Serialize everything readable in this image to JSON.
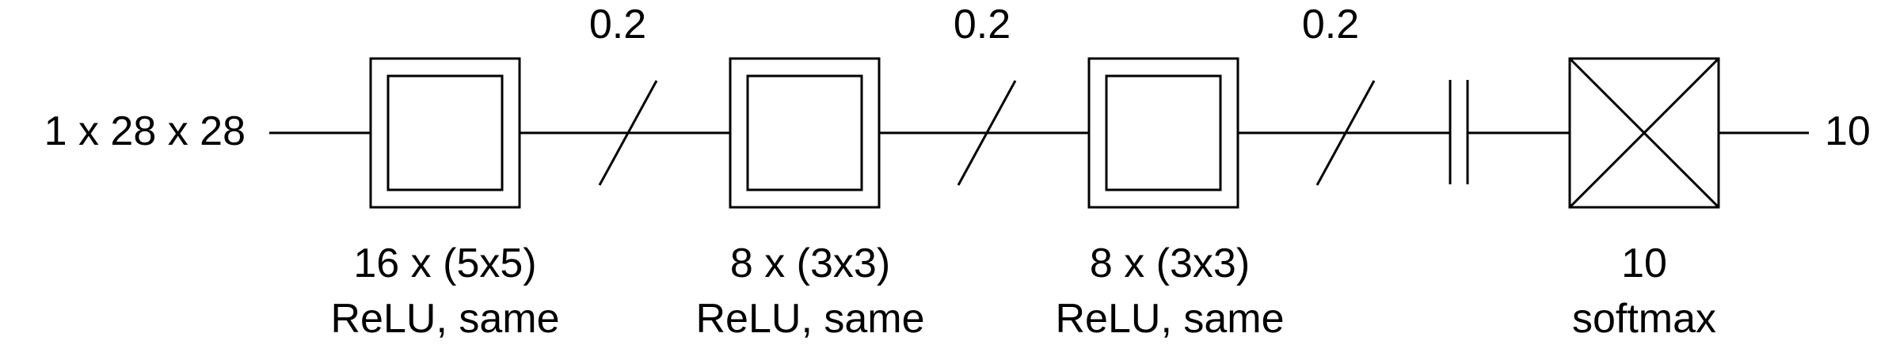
{
  "diagram": {
    "input_label": "1 x 28 x 28",
    "output_label": "10",
    "layers": [
      {
        "kind": "conv",
        "line1": "16 x (5x5)",
        "line2": "ReLU, same"
      },
      {
        "kind": "conv",
        "line1": "8 x (3x3)",
        "line2": "ReLU, same"
      },
      {
        "kind": "conv",
        "line1": "8 x (3x3)",
        "line2": "ReLU, same"
      },
      {
        "kind": "dense",
        "line1": "10",
        "line2": "softmax"
      }
    ],
    "dropouts": [
      {
        "rate": "0.2"
      },
      {
        "rate": "0.2"
      },
      {
        "rate": "0.2"
      }
    ],
    "flatten": {
      "present": true
    }
  }
}
